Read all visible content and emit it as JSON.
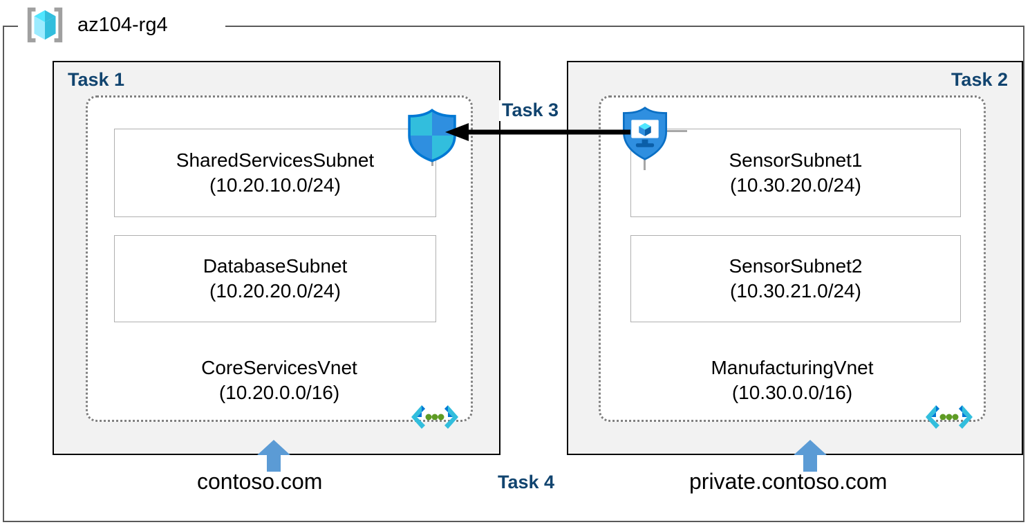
{
  "resource_group": {
    "name": "az104-rg4",
    "icon": "resource-group-cube-icon"
  },
  "tasks": {
    "task1_label": "Task 1",
    "task2_label": "Task 2",
    "task3_label": "Task 3",
    "task4_label": "Task 4"
  },
  "left_panel": {
    "task_label": "Task 1",
    "vnet": {
      "name": "CoreServicesVnet",
      "cidr": "(10.20.0.0/16)",
      "icon": "virtual-network-icon"
    },
    "subnets": [
      {
        "name": "SharedServicesSubnet",
        "cidr": "(10.20.10.0/24)"
      },
      {
        "name": "DatabaseSubnet",
        "cidr": "(10.20.20.0/24)"
      }
    ],
    "security_icon": "network-security-group-shield-icon",
    "dns_zone": "contoso.com",
    "dns_arrow_icon": "up-arrow-icon"
  },
  "right_panel": {
    "task_label": "Task 2",
    "vnet": {
      "name": "ManufacturingVnet",
      "cidr": "(10.30.0.0/16)",
      "icon": "virtual-network-icon"
    },
    "subnets": [
      {
        "name": "SensorSubnet1",
        "cidr": "(10.30.20.0/24)"
      },
      {
        "name": "SensorSubnet2",
        "cidr": "(10.30.21.0/24)"
      }
    ],
    "security_icon": "virtual-machine-shield-icon",
    "dns_zone": "private.contoso.com",
    "dns_arrow_icon": "up-arrow-icon"
  },
  "peering": {
    "label": "Task 3",
    "direction": "right-to-left",
    "icon": "peering-arrow-icon"
  },
  "colors": {
    "task_label": "#11446F",
    "panel_fill": "#F2F2F2",
    "panel_border": "#000000",
    "vnet_border": "#7F7F7F",
    "subnet_border": "#AFAFAF",
    "rg_border": "#595959",
    "dns_arrow": "#5B9BD5",
    "azure_cube_cyan": "#50E6FF",
    "azure_blue": "#0078D4"
  }
}
